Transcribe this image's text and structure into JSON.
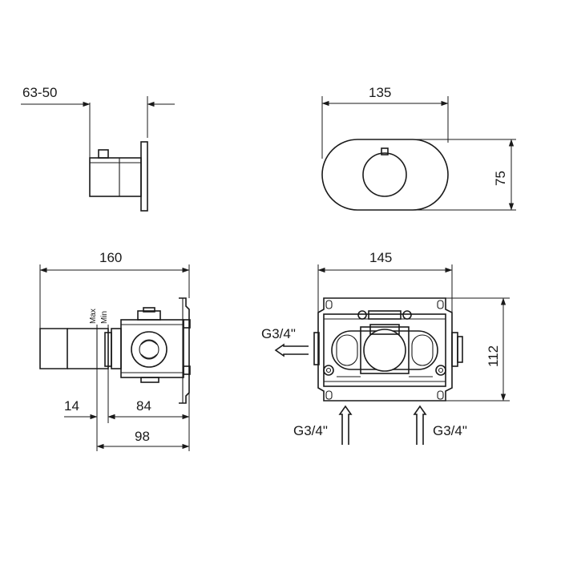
{
  "views": {
    "side_small": {
      "dim_depth": "63-50"
    },
    "front_plate": {
      "dim_width": "135",
      "dim_height": "75"
    },
    "side_body": {
      "dim_total": "160",
      "dim_plate_offset": "14",
      "dim_box_depth": "84",
      "dim_install_depth": "98",
      "label_max": "Max",
      "label_min": "Min"
    },
    "front_body": {
      "dim_width": "145",
      "dim_height": "112",
      "port_out": "G3/4\"",
      "port_in_left": "G3/4\"",
      "port_in_right": "G3/4\""
    }
  }
}
